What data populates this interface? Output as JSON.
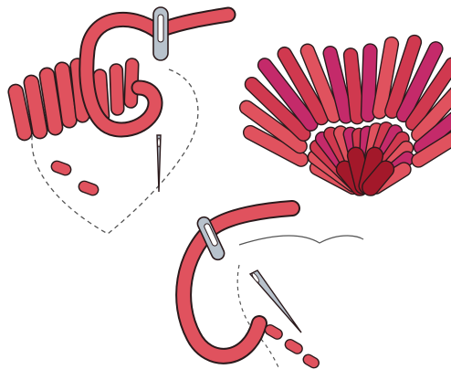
{
  "illustration": {
    "panels": [
      {
        "id": "stitching-in-progress",
        "stage": 1
      },
      {
        "id": "finished-heart",
        "stage": 2
      },
      {
        "id": "needle-threading-detail",
        "stage": 3
      }
    ],
    "colors": {
      "thread_light": "#e0525e",
      "thread_mid": "#d0394f",
      "thread_deep": "#c42a6a",
      "thread_dark": "#a3182a",
      "needle": "#b8c2cc",
      "outline": "#2b1a1c",
      "guide_line": "#555555"
    }
  }
}
